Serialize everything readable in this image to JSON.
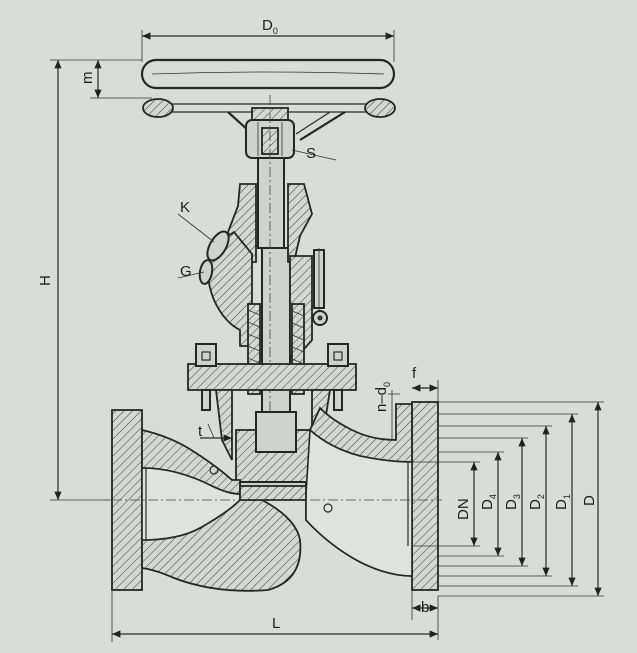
{
  "diagram": {
    "labels": {
      "d0": "D",
      "d0_sub": "0",
      "m": "m",
      "s": "S",
      "k": "K",
      "g": "G",
      "h": "H",
      "n_d0": "n–d",
      "n_d0_sub": "0",
      "f": "f",
      "t": "t",
      "dn": "DN",
      "d4": "D",
      "d4_sub": "4",
      "d3": "D",
      "d3_sub": "3",
      "d2": "D",
      "d2_sub": "2",
      "d1": "D",
      "d1_sub": "1",
      "d": "D",
      "b": "b",
      "l": "L"
    }
  }
}
